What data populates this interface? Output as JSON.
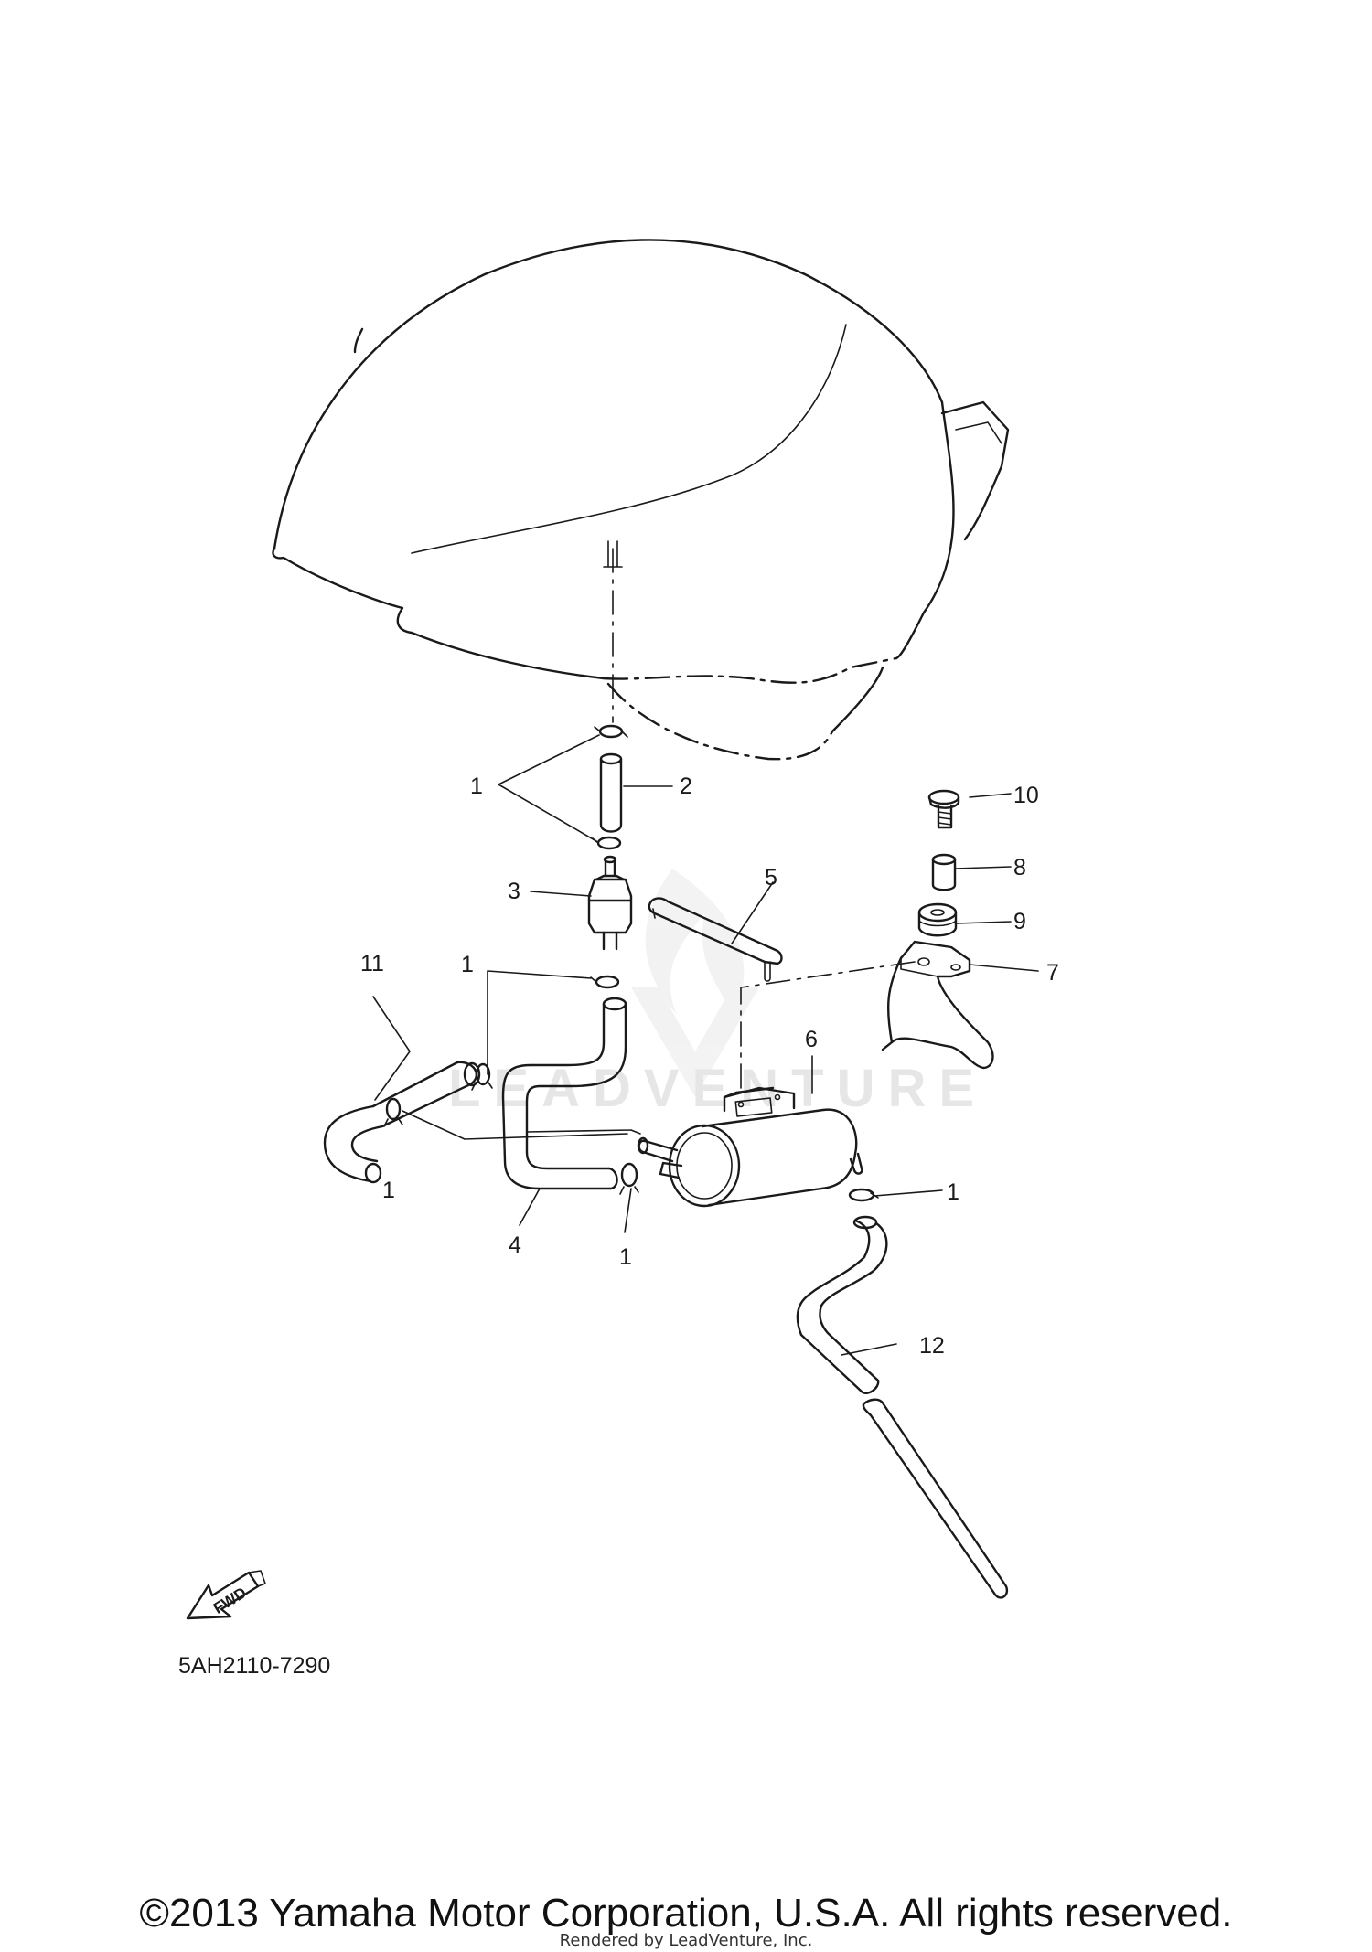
{
  "watermark": "LEADVENTURE",
  "diagram_code": "5AH2110-7290",
  "fwd_label": "FWD",
  "copyright": "©2013 Yamaha Motor Corporation, U.S.A. All rights reserved.",
  "rendered_by": "Rendered by LeadVenture, Inc.",
  "labels": {
    "l1a": "1",
    "l1b": "1",
    "l1c": "1",
    "l1d": "1",
    "l1e": "1",
    "l2": "2",
    "l3": "3",
    "l4": "4",
    "l5": "5",
    "l6": "6",
    "l7": "7",
    "l8": "8",
    "l9": "9",
    "l10": "10",
    "l11": "11",
    "l12": "12"
  }
}
